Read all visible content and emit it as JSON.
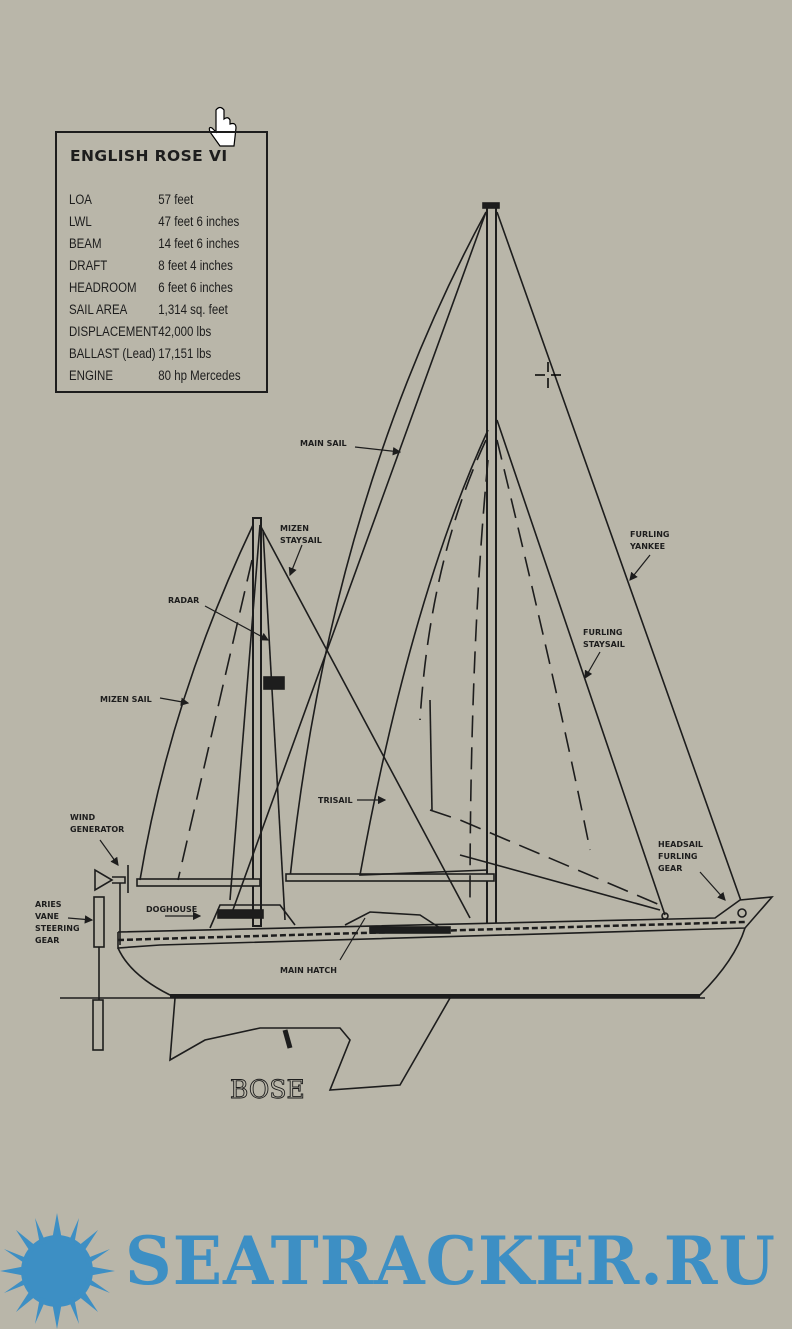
{
  "specs": {
    "title": "ENGLISH ROSE VI",
    "rows": [
      {
        "label": "LOA",
        "value": "57 feet"
      },
      {
        "label": "LWL",
        "value": "47 feet 6 inches"
      },
      {
        "label": "BEAM",
        "value": "14 feet 6 inches"
      },
      {
        "label": "DRAFT",
        "value": "8 feet 4 inches"
      },
      {
        "label": "HEADROOM",
        "value": "6 feet 6 inches"
      },
      {
        "label": "SAIL AREA",
        "value": "1,314 sq. feet"
      },
      {
        "label": "DISPLACEMENT",
        "value": "42,000 lbs"
      },
      {
        "label": "BALLAST (Lead)",
        "value": "17,151 lbs"
      },
      {
        "label": "ENGINE",
        "value": "80 hp Mercedes"
      }
    ]
  },
  "labels": {
    "main_sail": "MAIN SAIL",
    "mizen_staysail": [
      "MIZEN",
      "STAYSAIL"
    ],
    "radar": "RADAR",
    "mizen_sail": "MIZEN SAIL",
    "trisail": "TRISAIL",
    "wind_generator": [
      "WIND",
      "GENERATOR"
    ],
    "aries": [
      "ARIES",
      "VANE",
      "STEERING",
      "GEAR"
    ],
    "doghouse": "DOGHOUSE",
    "main_hatch": "MAIN HATCH",
    "furling_yankee": [
      "FURLING",
      "YANKEE"
    ],
    "furling_staysail": [
      "FURLING",
      "STAYSAIL"
    ],
    "headsail_furling_gear": [
      "HEADSAIL",
      "FURLING",
      "GEAR"
    ]
  },
  "signature": "BOSE",
  "watermark": "SEATRACKER.RU",
  "colors": {
    "paper": "#b9b6a9",
    "ink": "#1d1d1d",
    "watermark": "#3d8fc4"
  }
}
